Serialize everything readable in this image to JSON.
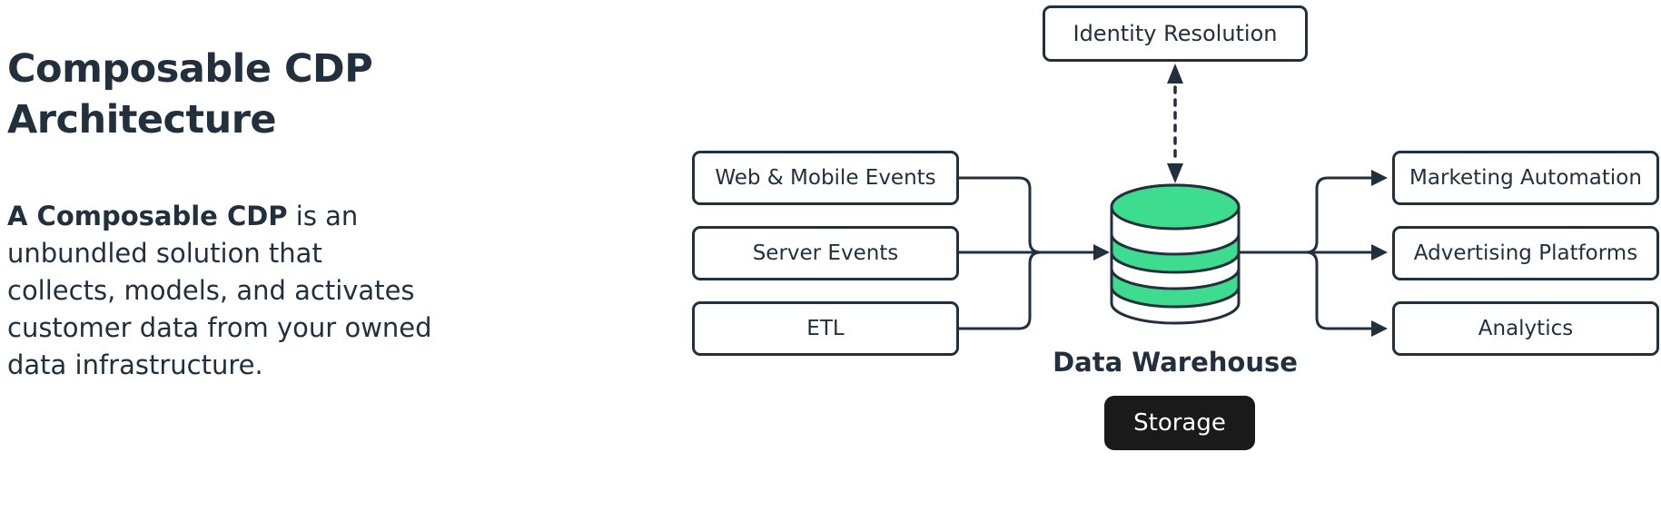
{
  "intro": {
    "title_line1": "Composable CDP",
    "title_line2": "Architecture",
    "lead_bold": "A Composable CDP",
    "lead_rest": " is an unbundled solution that collects, models, and activates customer data from your owned data infrastructure."
  },
  "diagram": {
    "identity_box": "Identity Resolution",
    "sources": [
      "Web & Mobile Events",
      "Server Events",
      "ETL"
    ],
    "warehouse_label": "Data Warehouse",
    "storage_label": "Storage",
    "destinations": [
      "Marketing Automation",
      "Advertising Platforms",
      "Analytics"
    ],
    "colors": {
      "ink": "#22303e",
      "green": "#3edc8e",
      "box_fill": "#ffffff",
      "storage_bg": "#1a1a1a",
      "storage_text": "#ffffff"
    }
  }
}
